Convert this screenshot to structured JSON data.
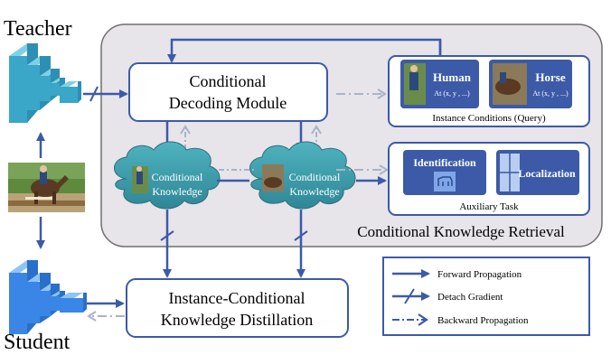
{
  "labels": {
    "teacher": "Teacher",
    "student": "Student"
  },
  "boxes": {
    "decoding_line1": "Conditional",
    "decoding_line2": "Decoding Module",
    "distill_line1": "Instance-Conditional",
    "distill_line2": "Knowledge Distillation"
  },
  "clouds": {
    "k1_line1": "Conditional",
    "k1_line2": "Knowledge",
    "k2_line1": "Conditional",
    "k2_line2": "Knowledge"
  },
  "query": {
    "human_title": "Human",
    "human_sub": "At (x, y , ...)",
    "horse_title": "Horse",
    "horse_sub": "At (x, y , ...)",
    "caption": "Instance Conditions (Query)"
  },
  "aux": {
    "identification": "Identification",
    "localization": "Localization",
    "caption": "Auxiliary Task"
  },
  "region_title": "Conditional Knowledge Retrieval",
  "legend": {
    "forward": "Forward Propagation",
    "detach": "Detach Gradient",
    "backward": "Backward Propagation"
  },
  "colors": {
    "primary_blue": "#3c5aa8",
    "cloud_teal": "#3f9aa8",
    "teacher_cyan": "#3aa6c8",
    "student_blue": "#3a86e6",
    "region_gray": "#e7e4ea",
    "backward_gray": "#a9b4c6"
  }
}
